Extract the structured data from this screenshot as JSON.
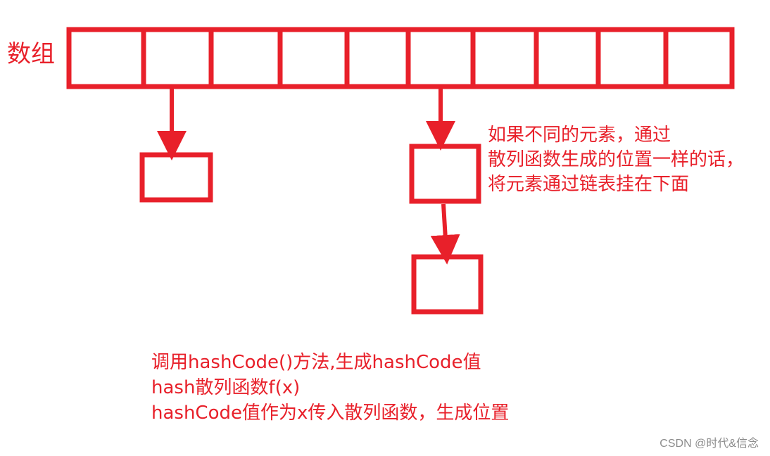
{
  "array_label": "数组",
  "note": {
    "line1": "如果不同的元素，通过",
    "line2": "散列函数生成的位置一样的话，",
    "line3": "将元素通过链表挂在下面"
  },
  "explanation": {
    "line1": "调用hashCode()方法,生成hashCode值",
    "line2": "hash散列函数f(x)",
    "line3": "hashCode值作为x传入散列函数，生成位置"
  },
  "watermark": "CSDN @时代&信念",
  "colors": {
    "stroke": "#e8202a",
    "background": "#ffffff",
    "watermark": "#8c8c8c"
  }
}
